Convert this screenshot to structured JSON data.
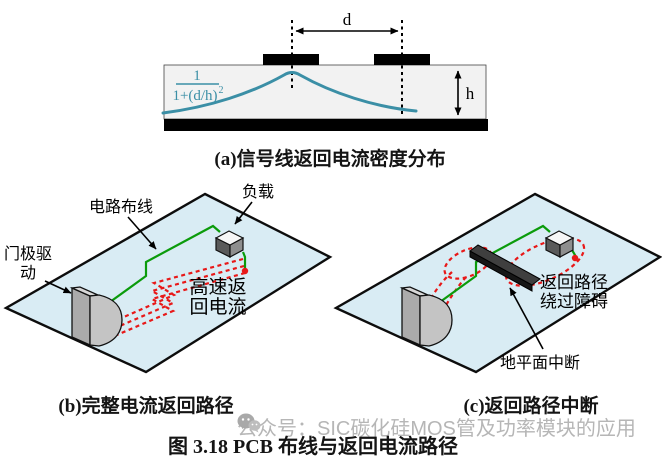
{
  "panel_a": {
    "caption": "(a)信号线返回电流密度分布",
    "formula": {
      "numerator": "1",
      "denominator_base": "1+(d/h)",
      "exponent": "2"
    },
    "dim_d_label": "d",
    "dim_h_label": "h"
  },
  "panel_b": {
    "caption": "(b)完整电流返回路径",
    "labels": {
      "trace": "电路布线",
      "load": "负载",
      "gate_drive_line1": "门极驱",
      "gate_drive_line2": "动",
      "return_line1": "高速返",
      "return_line2": "回电流"
    }
  },
  "panel_c": {
    "caption": "(c)返回路径中断",
    "labels": {
      "detour_line1": "返回路径",
      "detour_line2": "绕过障碍",
      "plane_cut": "地平面中断"
    }
  },
  "figure_caption": "图 3.18 PCB 布线与返回电流路径",
  "watermark": {
    "icon": "wechat-icon",
    "text": "公众号：SIC碳化硅MOS管及功率模块的应用"
  },
  "colors": {
    "density_curve_teal": "#3b8fa6",
    "pcb_plane_blue": "#d9ecf4",
    "signal_trace_green": "#0b9b0b",
    "return_current_red": "#e81818",
    "dielectric_gray": "#f2f2f2",
    "watermark_gray": "#b6b6b6"
  }
}
